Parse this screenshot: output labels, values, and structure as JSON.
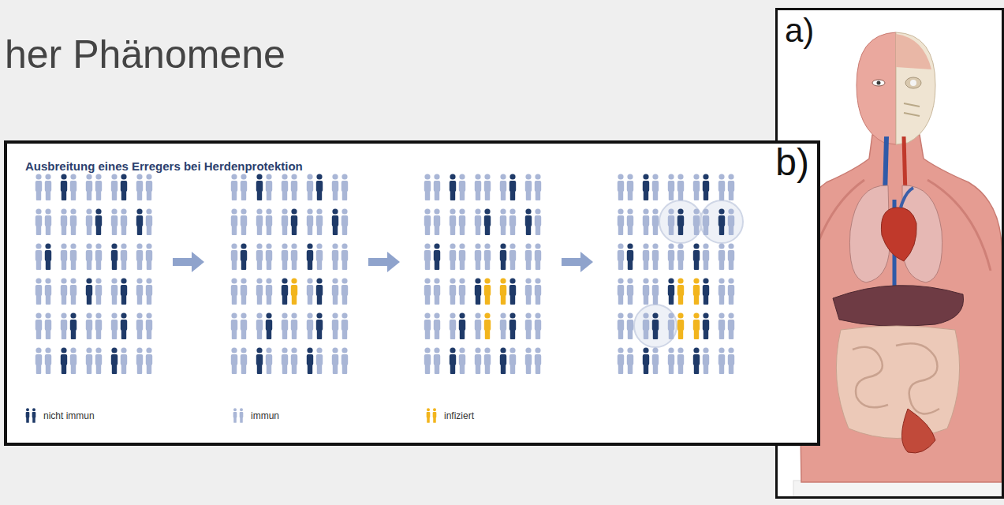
{
  "diagram": {
    "title": "her Phänomene",
    "nodes": [
      {
        "text": [
          "a)"
        ]
      },
      {
        "text": [
          "Ausbreitung eines Erregers bei Herdenprotektion",
          "b)"
        ]
      }
    ],
    "legend": [
      {
        "text": "nicht immun",
        "color": "#1f3a68"
      },
      {
        "text": "immun",
        "color": "#a9b6d6"
      },
      {
        "text": "infiziert",
        "color": "#f2b51d"
      }
    ]
  }
}
